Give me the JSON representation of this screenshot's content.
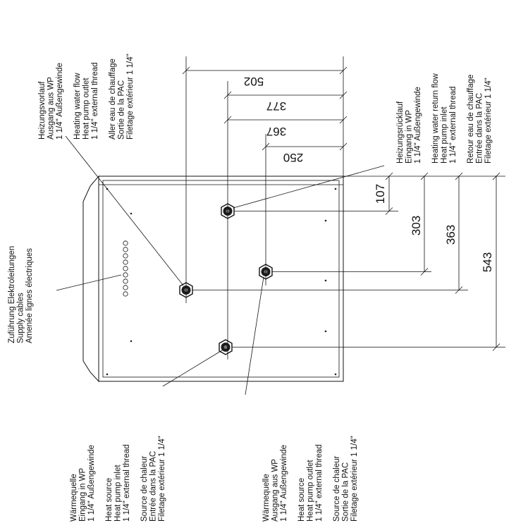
{
  "labels": {
    "heating_flow": [
      "Heizungsvorlauf",
      "Ausgang aus WP",
      "1 1/4\" Außengewinde",
      "",
      "Heating water flow",
      "Heat pump outlet",
      "1 1/4\" external thread",
      "",
      "Aller eau de chauffage",
      "Sortie de la PAC",
      "Filetage extérieur 1 1/4\""
    ],
    "heating_return": [
      "Heizungsrücklauf",
      "Eingang in WP",
      "1 1/4\" Außengewinde",
      "",
      "Heating water return flow",
      "Heat pump inlet",
      "1 1/4\" external thread",
      "",
      "Retour eau de chauffage",
      "Entrée dans la PAC",
      "Filetage extérieur 1 1/4\""
    ],
    "supply_cables": [
      "Zuführung Elektroleitungen",
      "Supply cables",
      "Amenée lignes électriques"
    ],
    "heat_source_inlet": [
      "Wärmequelle",
      "Eingang in WP",
      "1 1/4\" Außengewinde",
      "",
      "Heat source",
      "Heat pump inlet",
      "1 1/4\" external thread",
      "",
      "Source de chaleur",
      "Entrée dans la PAC",
      "Filetage extérieur 1 1/4\""
    ],
    "heat_source_outlet": [
      "Wärmequelle",
      "Ausgang aus WP",
      "1 1/4\" Außengewinde",
      "",
      "Heat source",
      "Heat pump outlet",
      "1 1/4\" external thread",
      "",
      "Source de chaleur",
      "Sortie de la PAC",
      "Filetage extérieur 1 1/4\""
    ]
  },
  "dimensions": {
    "top": [
      "502",
      "377",
      "367",
      "250"
    ],
    "right": [
      "107",
      "303",
      "363",
      "543"
    ]
  }
}
